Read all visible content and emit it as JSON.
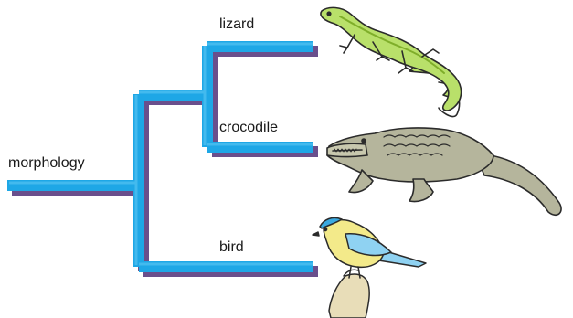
{
  "tree": {
    "root_label": "morphology",
    "branch_color": "#1ea7e6",
    "shadow_color": "#6a4f8c",
    "leaves": [
      {
        "label": "lizard",
        "icon": "lizard-icon"
      },
      {
        "label": "crocodile",
        "icon": "crocodile-icon"
      },
      {
        "label": "bird",
        "icon": "bird-icon"
      }
    ]
  }
}
